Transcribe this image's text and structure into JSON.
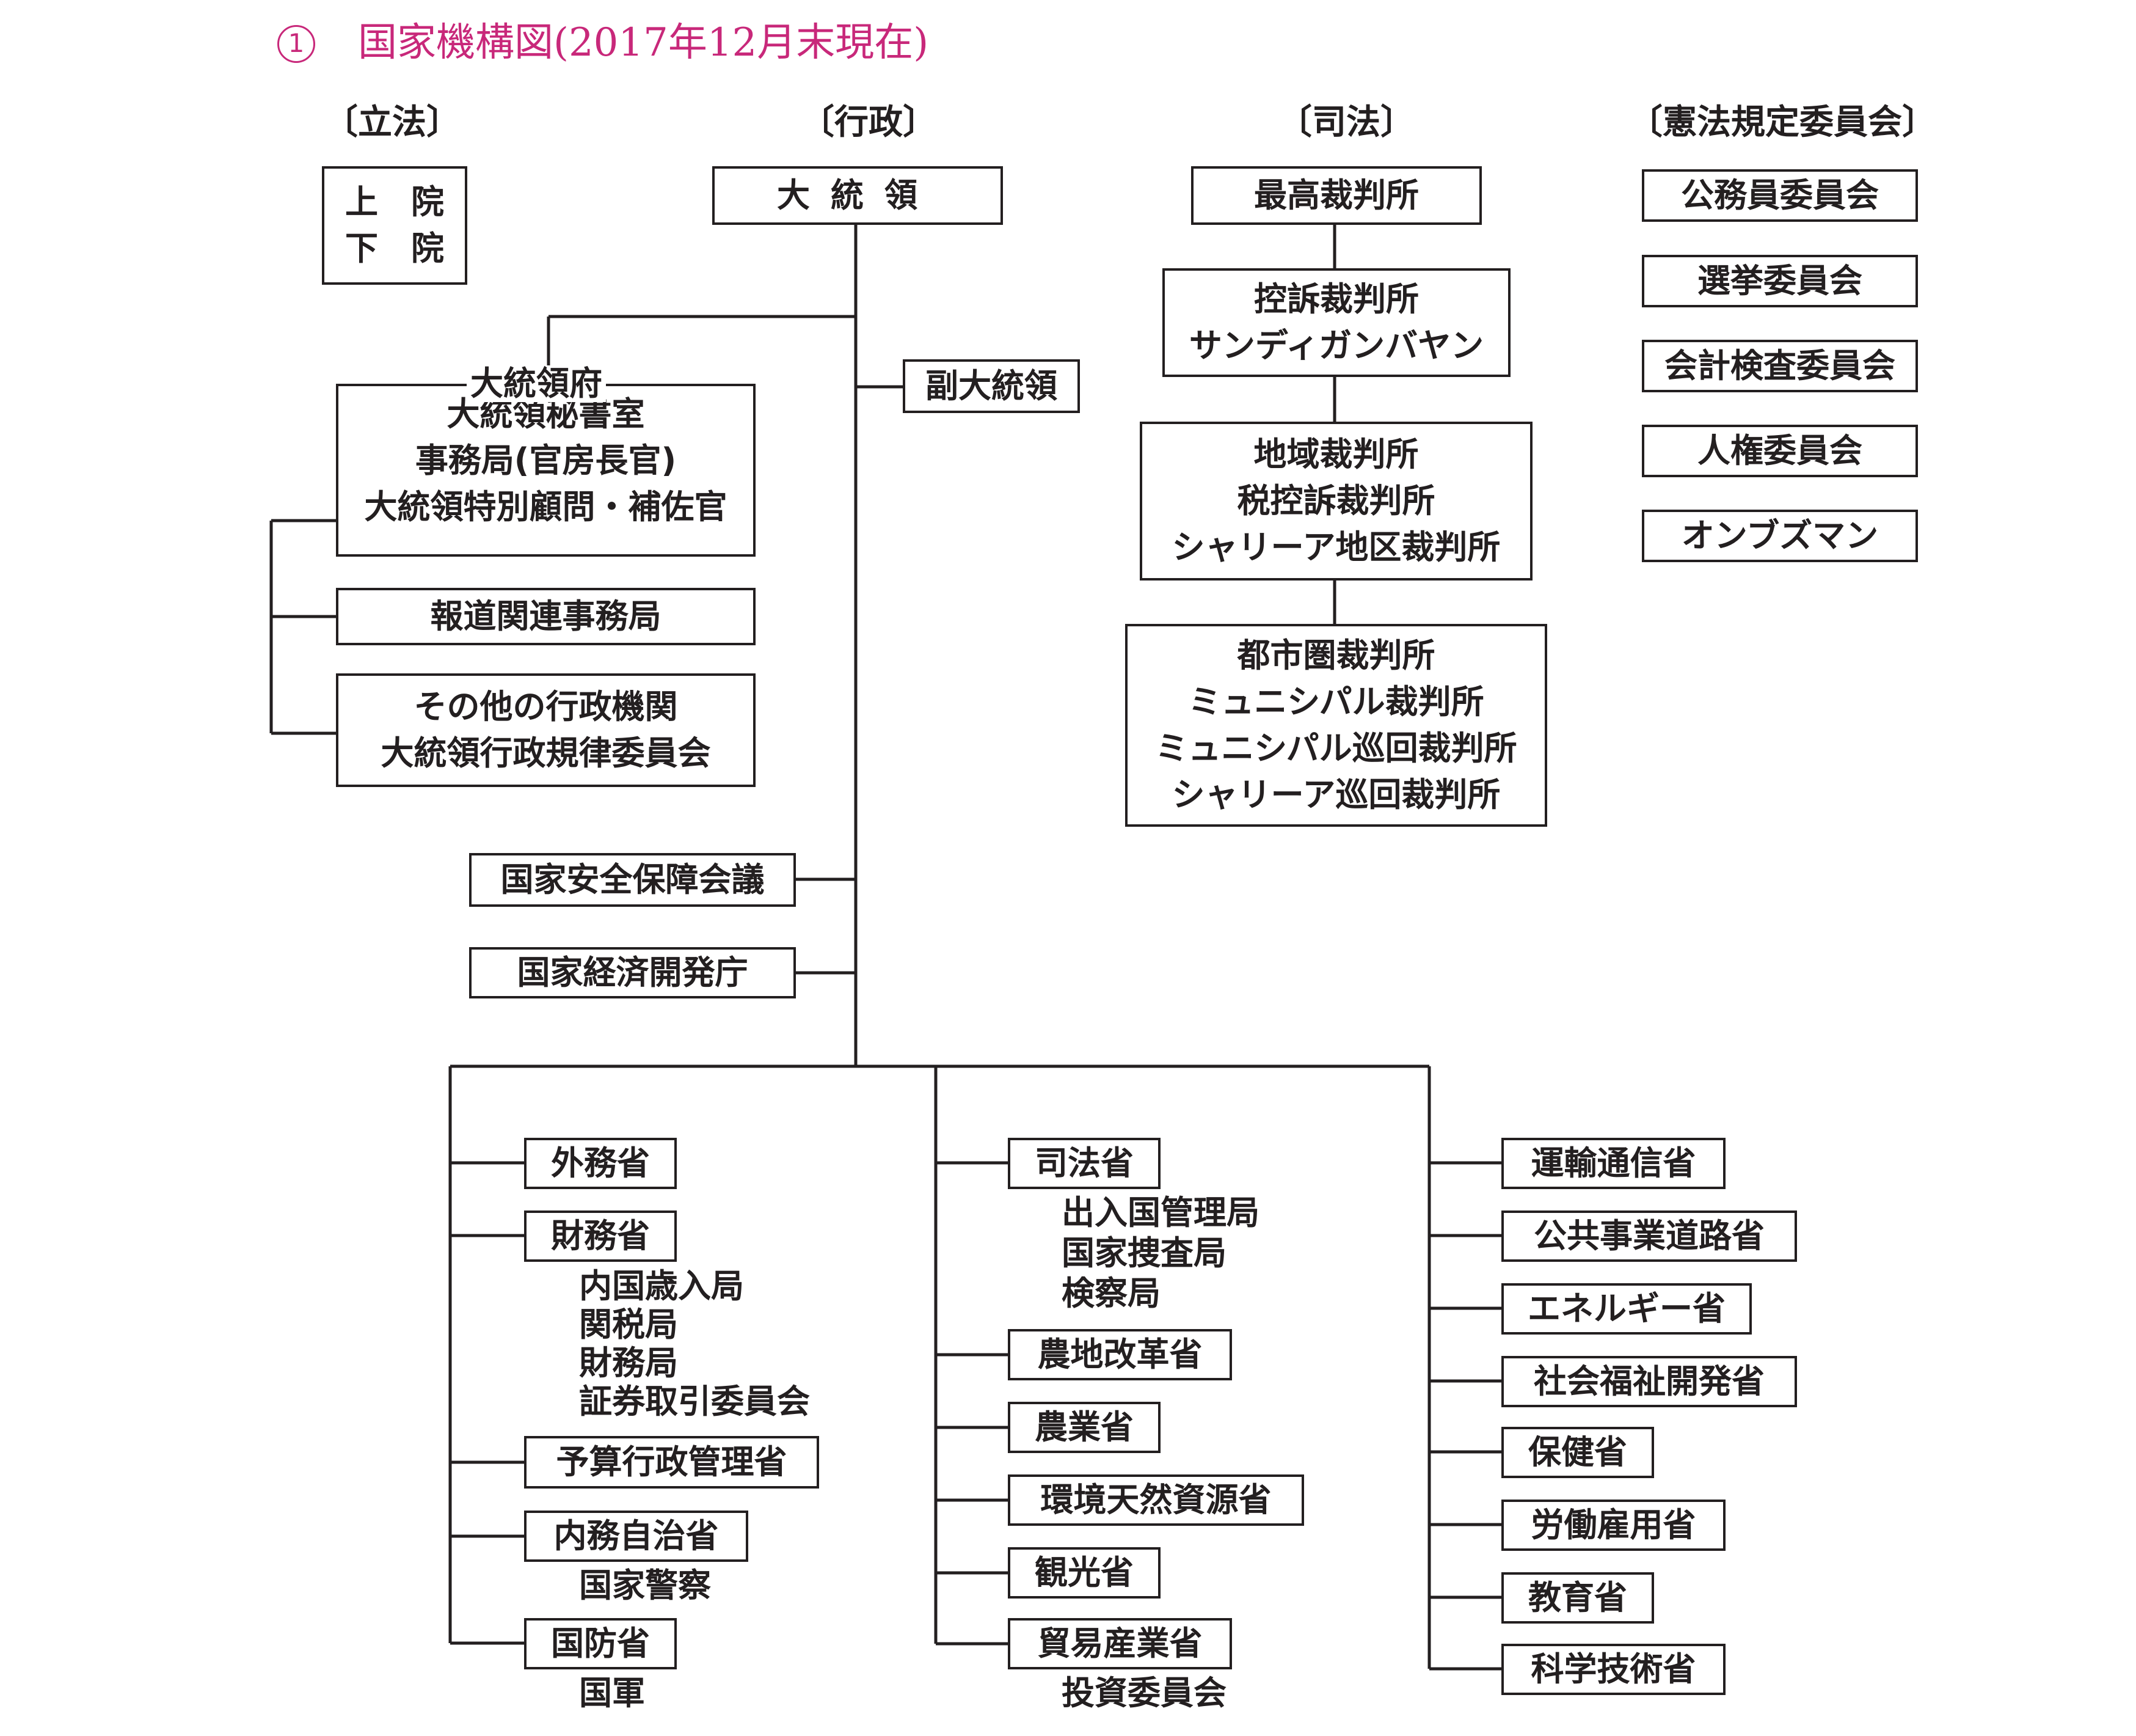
{
  "title": {
    "number": "1",
    "text": "国家機構図(2017年12月末現在)",
    "color": "#c8287a"
  },
  "headers": {
    "legislative": "〔立法〕",
    "executive": "〔行政〕",
    "judicial": "〔司法〕",
    "constitutional": "〔憲法規定委員会〕"
  },
  "legislative": {
    "upper": "上　院",
    "lower": "下　院"
  },
  "executive": {
    "president": "大統領",
    "vice_president": "副大統領",
    "office": {
      "label": "大統領府",
      "items": [
        "大統領秘書室",
        "事務局(官房長官)",
        "大統領特別顧問・補佐官"
      ]
    },
    "press_office": "報道関連事務局",
    "other_agencies": [
      "その他の行政機関",
      "大統領行政規律委員会"
    ],
    "nsc": "国家安全保障会議",
    "neda": "国家経済開発庁",
    "departments_col1": [
      {
        "name": "外務省",
        "subs": []
      },
      {
        "name": "財務省",
        "subs": [
          "内国歳入局",
          "関税局",
          "財務局",
          "証券取引委員会"
        ]
      },
      {
        "name": "予算行政管理省",
        "subs": []
      },
      {
        "name": "内務自治省",
        "subs": [
          "国家警察"
        ]
      },
      {
        "name": "国防省",
        "subs": [
          "国軍"
        ]
      }
    ],
    "departments_col2": [
      {
        "name": "司法省",
        "subs": [
          "出入国管理局",
          "国家捜査局",
          "検察局"
        ]
      },
      {
        "name": "農地改革省",
        "subs": []
      },
      {
        "name": "農業省",
        "subs": []
      },
      {
        "name": "環境天然資源省",
        "subs": []
      },
      {
        "name": "観光省",
        "subs": []
      },
      {
        "name": "貿易産業省",
        "subs": [
          "投資委員会"
        ]
      }
    ],
    "departments_col3": [
      {
        "name": "運輸通信省",
        "subs": []
      },
      {
        "name": "公共事業道路省",
        "subs": []
      },
      {
        "name": "エネルギー省",
        "subs": []
      },
      {
        "name": "社会福祉開発省",
        "subs": []
      },
      {
        "name": "保健省",
        "subs": []
      },
      {
        "name": "労働雇用省",
        "subs": []
      },
      {
        "name": "教育省",
        "subs": []
      },
      {
        "name": "科学技術省",
        "subs": []
      }
    ]
  },
  "judicial": {
    "supreme": "最高裁判所",
    "appeals": [
      "控訴裁判所",
      "サンディガンバヤン"
    ],
    "regional": [
      "地域裁判所",
      "税控訴裁判所",
      "シャリーア地区裁判所"
    ],
    "municipal": [
      "都市圏裁判所",
      "ミュニシパル裁判所",
      "ミュニシパル巡回裁判所",
      "シャリーア巡回裁判所"
    ]
  },
  "commissions": [
    "公務員委員会",
    "選挙委員会",
    "会計検査委員会",
    "人権委員会",
    "オンブズマン"
  ]
}
